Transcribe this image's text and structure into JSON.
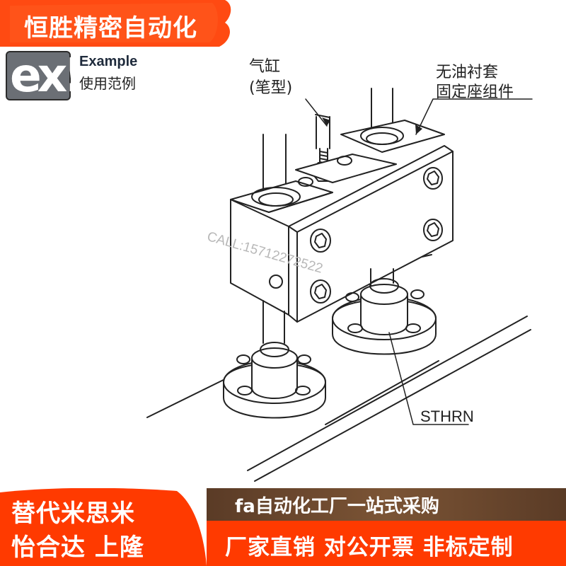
{
  "banner": {
    "brand": "恒胜精密自动化"
  },
  "logo": {
    "mark": "ex!"
  },
  "example": {
    "en": "Example",
    "cn": "使用范例"
  },
  "callouts": {
    "cylinder_line1": "气缸",
    "cylinder_line2": "(笔型)",
    "bushing_line1": "无油衬套",
    "bushing_line2": "固定座组件",
    "part_code": "STHRN"
  },
  "watermark": "CALL:15712272522",
  "footer": {
    "left_line1": "替代米思米",
    "left_line2": "怡合达 上隆",
    "bar_top": "fa自动化工厂一站式采购",
    "bar_bottom": "厂家直销 对公开票 非标定制"
  },
  "colors": {
    "accent": "#ff3a00",
    "brown": "#6b4a30",
    "line": "#222222"
  }
}
